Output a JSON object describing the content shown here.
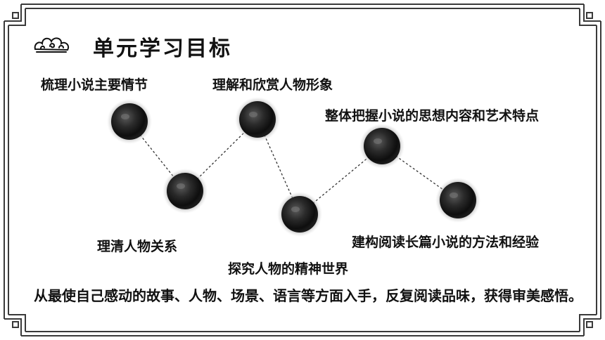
{
  "header": {
    "title": "单元学习目标",
    "icon": "cloud-scroll-icon"
  },
  "goals": [
    {
      "label": "梳理小说主要情节"
    },
    {
      "label": "理解和欣赏人物形象"
    },
    {
      "label": "整体把握小说的思想内容和艺术特点"
    },
    {
      "label": "理清人物关系"
    },
    {
      "label": "探究人物的精神世界"
    },
    {
      "label": "建构阅读长篇小说的方法和经验"
    }
  ],
  "note": {
    "text": "从最使自己感动的故事、人物、场景、语言等方面入手，反复阅读品味，获得审美感悟。"
  },
  "colors": {
    "border": "#3a3a3a",
    "node_dark": "#1e1e1e",
    "node_highlight": "#b0b0b0",
    "connector": "#333333"
  }
}
